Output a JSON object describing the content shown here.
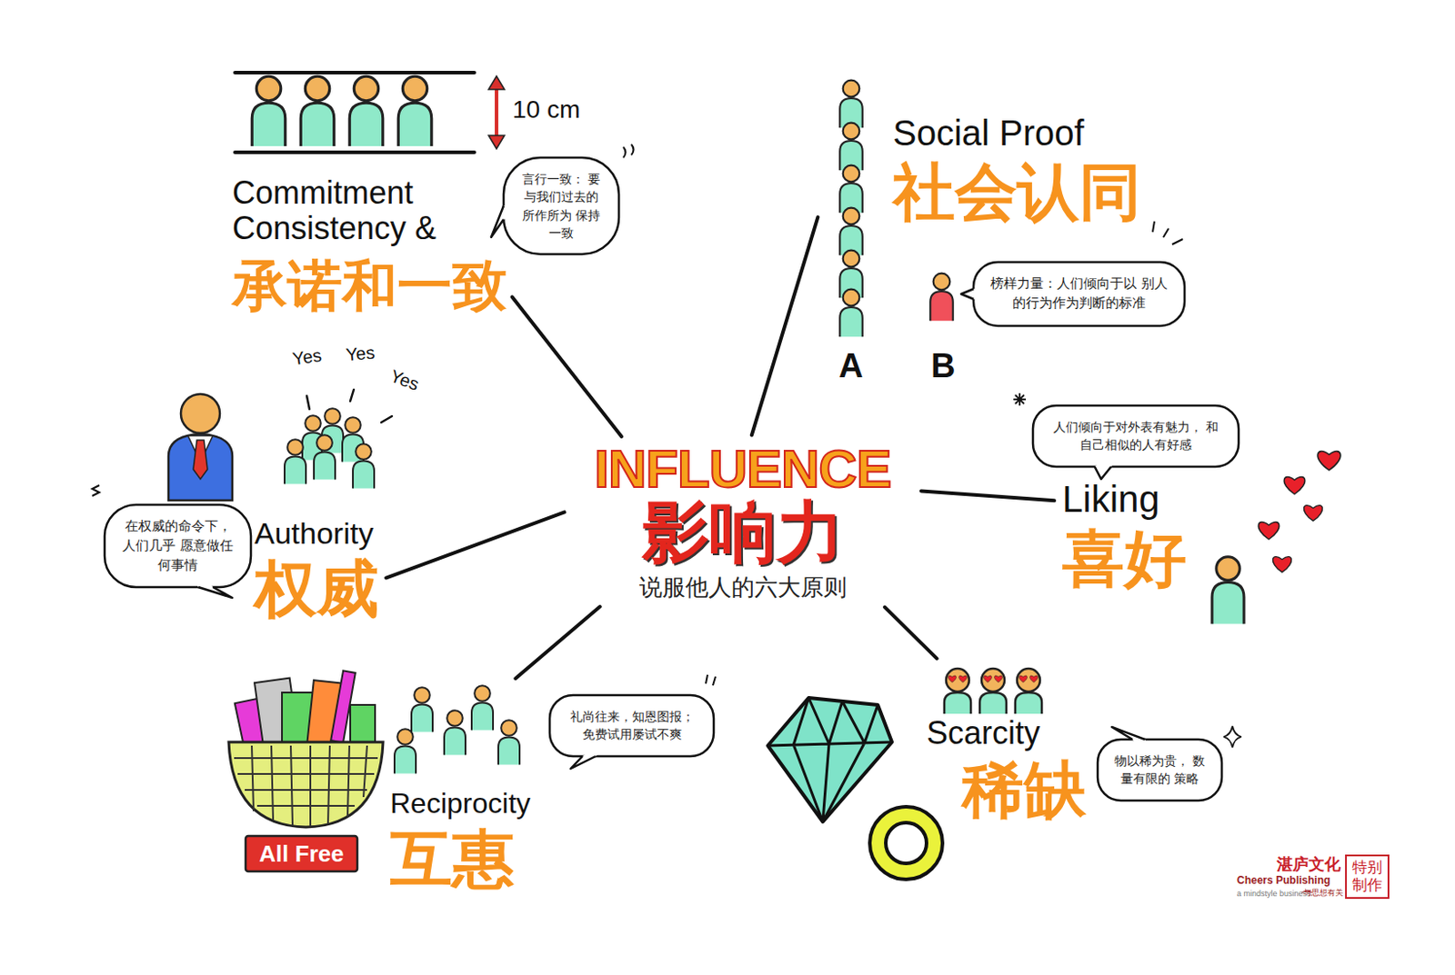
{
  "diagram": {
    "nodes": [
      {
        "text": [
          "Commitment Consistency &",
          "承诺和一致"
        ]
      },
      {
        "text": [
          "言行一致： 要与我们过去的 所作所为 保持一致"
        ]
      },
      {
        "text": [
          "Social Proof",
          "社会认同"
        ]
      },
      {
        "text": [
          "榜样力量：人们倾向于以 别人的行为作为判断的标准"
        ]
      },
      {
        "text": [
          "在权威的命令下， 人们几乎 愿意做任何事情"
        ]
      },
      {
        "text": [
          "Authority",
          "权威"
        ]
      },
      {
        "text": [
          "INFLUENCE",
          "影响力",
          "说服他人的六大原则"
        ]
      },
      {
        "text": [
          "人们倾向于对外表有魅力， 和自己相似的人有好感"
        ]
      },
      {
        "text": [
          "Liking",
          "喜好"
        ]
      },
      {
        "text": [
          "Reciprocity",
          "互惠"
        ]
      },
      {
        "text": [
          "礼尚往来，知恩图报； 免费试用屡试不爽"
        ]
      },
      {
        "text": [
          "Scarcity",
          "稀缺"
        ]
      },
      {
        "text": [
          "物以稀为贵， 数量有限的 策略"
        ]
      }
    ],
    "edges": [
      {
        "from": 6,
        "to": 0,
        "arrow": "none"
      },
      {
        "from": 6,
        "to": 2,
        "arrow": "none"
      },
      {
        "from": 6,
        "to": 5,
        "arrow": "none"
      },
      {
        "from": 6,
        "to": 8,
        "arrow": "none"
      },
      {
        "from": 6,
        "to": 9,
        "arrow": "none"
      },
      {
        "from": 6,
        "to": 11,
        "arrow": "none"
      }
    ],
    "labels": [
      "10 cm",
      "Yes",
      "Yes",
      "Yes",
      "A",
      "B",
      "All Free",
      "湛庐文化",
      "Cheers Publishing",
      "a mindstyle business",
      "与思想有关",
      "特别 制作"
    ]
  }
}
